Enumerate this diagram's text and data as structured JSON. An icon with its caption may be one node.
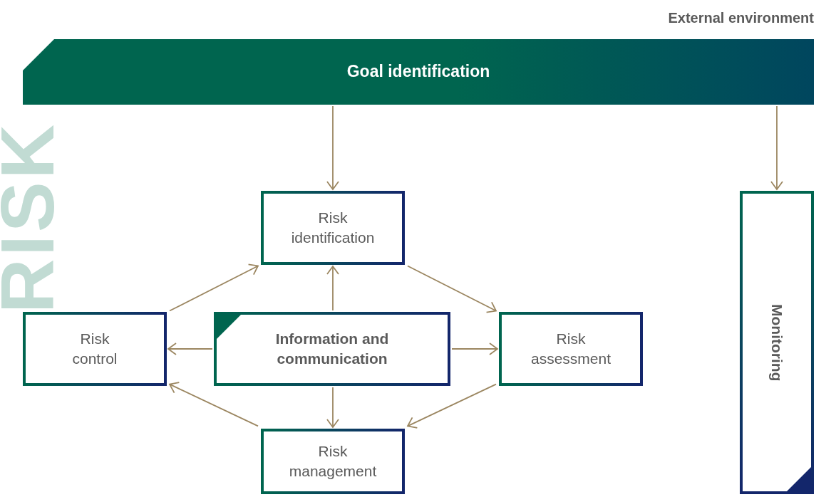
{
  "diagram": {
    "nodes": [
      {
        "text": [
          "Goal identification"
        ]
      },
      {
        "text": [
          "Monitoring"
        ]
      },
      {
        "text": [
          "Risk identification"
        ]
      },
      {
        "text": [
          "Risk control"
        ]
      },
      {
        "text": [
          "Information and communication"
        ]
      },
      {
        "text": [
          "Risk assessment"
        ]
      },
      {
        "text": [
          "Risk management"
        ]
      }
    ],
    "edges": [
      {
        "from": 0,
        "to": 2,
        "arrow": "to"
      },
      {
        "from": 0,
        "to": 1,
        "arrow": "to"
      },
      {
        "from": 2,
        "to": 5,
        "arrow": "to"
      },
      {
        "from": 5,
        "to": 6,
        "arrow": "to"
      },
      {
        "from": 6,
        "to": 3,
        "arrow": "to"
      },
      {
        "from": 3,
        "to": 2,
        "arrow": "to"
      },
      {
        "from": 4,
        "to": 2,
        "arrow": "to"
      },
      {
        "from": 4,
        "to": 3,
        "arrow": "to"
      },
      {
        "from": 4,
        "to": 5,
        "arrow": "to"
      },
      {
        "from": 4,
        "to": 6,
        "arrow": "to"
      }
    ],
    "labels": [
      "External environment",
      "RISK"
    ]
  }
}
